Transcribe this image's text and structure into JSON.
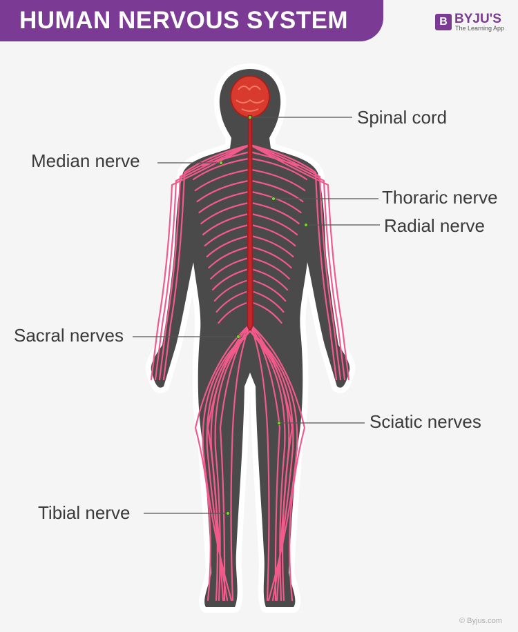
{
  "title": "HUMAN NERVOUS SYSTEM",
  "logo": {
    "mark": "B",
    "name": "BYJU'S",
    "tagline": "The Learning App"
  },
  "copyright": "© Byjus.com",
  "labels": {
    "spinal_cord": "Spinal cord",
    "median_nerve": "Median nerve",
    "thoraric_nerve": "Thoraric nerve",
    "radial_nerve": "Radial nerve",
    "sacral_nerves": "Sacral nerves",
    "sciatic_nerves": "Sciatic nerves",
    "tibial_nerve": "Tibial nerve"
  },
  "colors": {
    "brand": "#7b3a93",
    "body": "#4a4a4a",
    "nerve": "#f25a8c",
    "spine": "#c0282e"
  }
}
